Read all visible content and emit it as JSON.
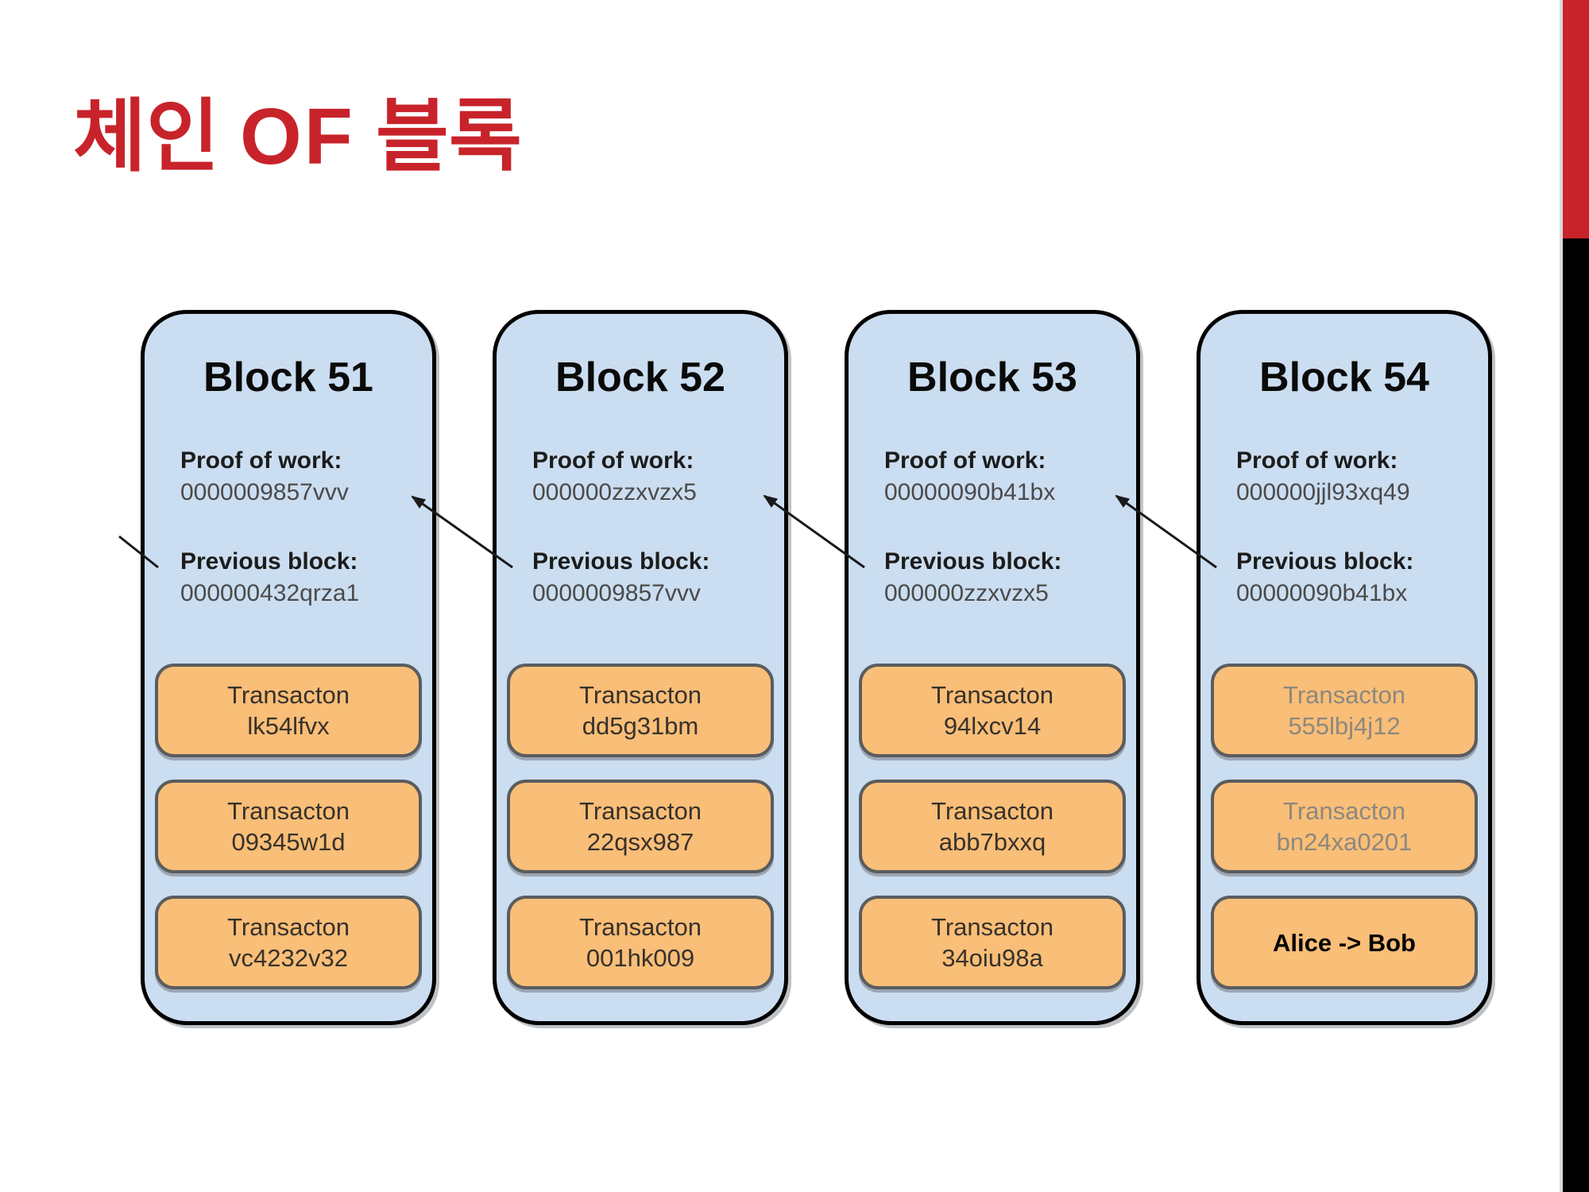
{
  "title": {
    "prefix": "체인",
    "emphasis": "OF",
    "suffix": "블록",
    "color": "#c8232b"
  },
  "accents": {
    "top_right_bar_color": "#c8232b",
    "right_edge_bar_color": "#000000"
  },
  "colors": {
    "block_fill": "#cbddf0",
    "block_border": "#000000",
    "transaction_fill": "#f9be77",
    "transaction_border": "#5a5c5f",
    "muted_text": "#8d8880"
  },
  "blocks": [
    {
      "title": "Block 51",
      "pow_label": "Proof of work:",
      "pow_value": "0000009857vvv",
      "prev_label": "Previous block:",
      "prev_value": "000000432qrza1",
      "transactions": [
        {
          "label": "Transacton",
          "id": "lk54lfvx"
        },
        {
          "label": "Transacton",
          "id": "09345w1d"
        },
        {
          "label": "Transacton",
          "id": "vc4232v32"
        }
      ]
    },
    {
      "title": "Block 52",
      "pow_label": "Proof of work:",
      "pow_value": "000000zzxvzx5",
      "prev_label": "Previous block:",
      "prev_value": "0000009857vvv",
      "transactions": [
        {
          "label": "Transacton",
          "id": "dd5g31bm"
        },
        {
          "label": "Transacton",
          "id": "22qsx987"
        },
        {
          "label": "Transacton",
          "id": "001hk009"
        }
      ]
    },
    {
      "title": "Block 53",
      "pow_label": "Proof of work:",
      "pow_value": "00000090b41bx",
      "prev_label": "Previous block:",
      "prev_value": "000000zzxvzx5",
      "transactions": [
        {
          "label": "Transacton",
          "id": "94lxcv14"
        },
        {
          "label": "Transacton",
          "id": "abb7bxxq"
        },
        {
          "label": "Transacton",
          "id": "34oiu98a"
        }
      ]
    },
    {
      "title": "Block 54",
      "pow_label": "Proof of work:",
      "pow_value": "000000jjl93xq49",
      "prev_label": "Previous block:",
      "prev_value": "00000090b41bx",
      "transactions": [
        {
          "label": "Transacton",
          "id": "555lbj4j12",
          "muted": true
        },
        {
          "label": "Transacton",
          "id": "bn24xa0201",
          "muted": true
        },
        {
          "label": "Alice -> Bob",
          "id": "",
          "bold": true
        }
      ]
    }
  ],
  "arrows": [
    {
      "from": "Block 51 previous-block",
      "to": "left edge"
    },
    {
      "from": "Block 52 previous-block",
      "to": "Block 51 proof-of-work"
    },
    {
      "from": "Block 53 previous-block",
      "to": "Block 52 proof-of-work"
    },
    {
      "from": "Block 54 previous-block",
      "to": "Block 53 proof-of-work"
    }
  ]
}
